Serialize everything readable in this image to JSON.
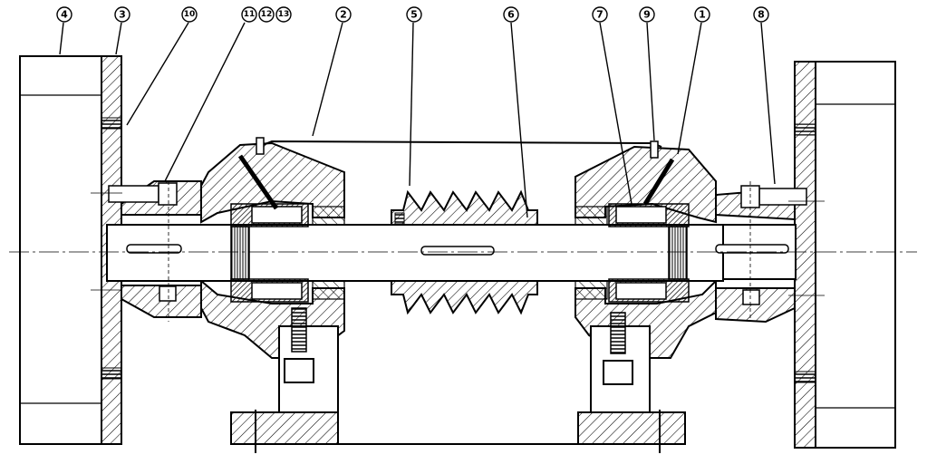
{
  "callouts": [
    {
      "id": "4",
      "label": "4"
    },
    {
      "id": "3",
      "label": "3"
    },
    {
      "id": "10",
      "label": "10"
    },
    {
      "id": "11",
      "label": "11"
    },
    {
      "id": "12",
      "label": "12"
    },
    {
      "id": "13",
      "label": "13"
    },
    {
      "id": "2",
      "label": "2"
    },
    {
      "id": "5",
      "label": "5"
    },
    {
      "id": "6",
      "label": "6"
    },
    {
      "id": "7",
      "label": "7"
    },
    {
      "id": "9",
      "label": "9"
    },
    {
      "id": "1",
      "label": "1"
    },
    {
      "id": "8",
      "label": "8"
    }
  ],
  "colors": {
    "ink": "#000000",
    "paper": "#ffffff",
    "shade": "#e6e6e6"
  }
}
